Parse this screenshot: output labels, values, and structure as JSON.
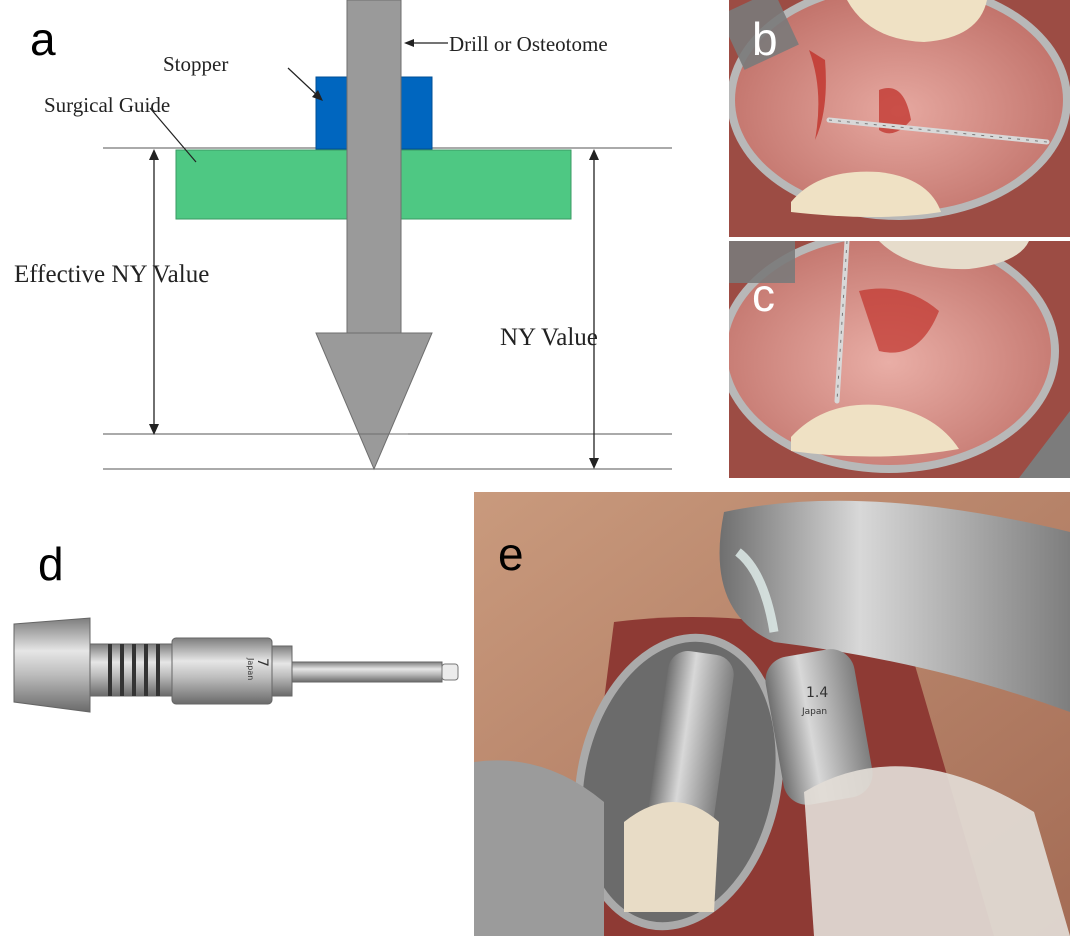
{
  "panels": {
    "a": {
      "letter": "a"
    },
    "b": {
      "letter": "b"
    },
    "c": {
      "letter": "c"
    },
    "d": {
      "letter": "d"
    },
    "e": {
      "letter": "e"
    }
  },
  "diagram": {
    "drill_label": "Drill or Osteotome",
    "stopper_label": "Stopper",
    "guide_label": "Surgical Guide",
    "effective_label": "Effective NY Value",
    "ny_label": "NY Value"
  },
  "engraving": {
    "d_mark": "7",
    "d_brand": "Japan",
    "e_mark": "1.4",
    "e_brand": "Japan"
  },
  "colors": {
    "drill": "#9a9a9a",
    "stopper": "#0066bf",
    "guide": "#4ec883",
    "gum": "#d9928d",
    "tooth": "#efe1c4"
  }
}
